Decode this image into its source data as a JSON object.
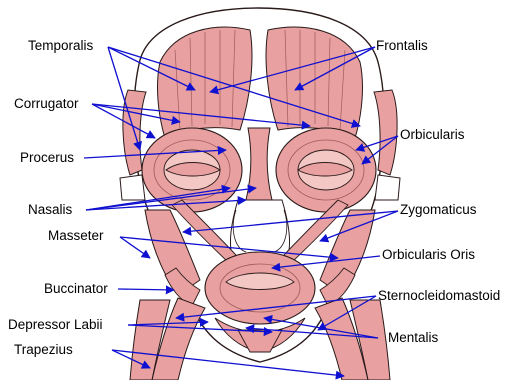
{
  "labels": {
    "temporalis": "Temporalis",
    "corrugator": "Corrugator",
    "procerus": "Procerus",
    "nasalis": "Nasalis",
    "masseter": "Masseter",
    "buccinator": "Buccinator",
    "depressor_labii": "Depressor Labii",
    "trapezius": "Trapezius",
    "frontalis": "Frontalis",
    "orbicularis": "Orbicularis",
    "zygomaticus": "Zygomaticus",
    "orbicularis_oris": "Orbicularis Oris",
    "sternocleidomastoid": "Sternocleidomastoid",
    "mentalis": "Mentalis"
  },
  "colors": {
    "muscle_fill": "#e8a0a0",
    "muscle_light": "#f3c7c4",
    "muscle_stroke": "#2a1a1a",
    "skull_fill": "#ffffff",
    "leader_line": "#1010d0"
  }
}
